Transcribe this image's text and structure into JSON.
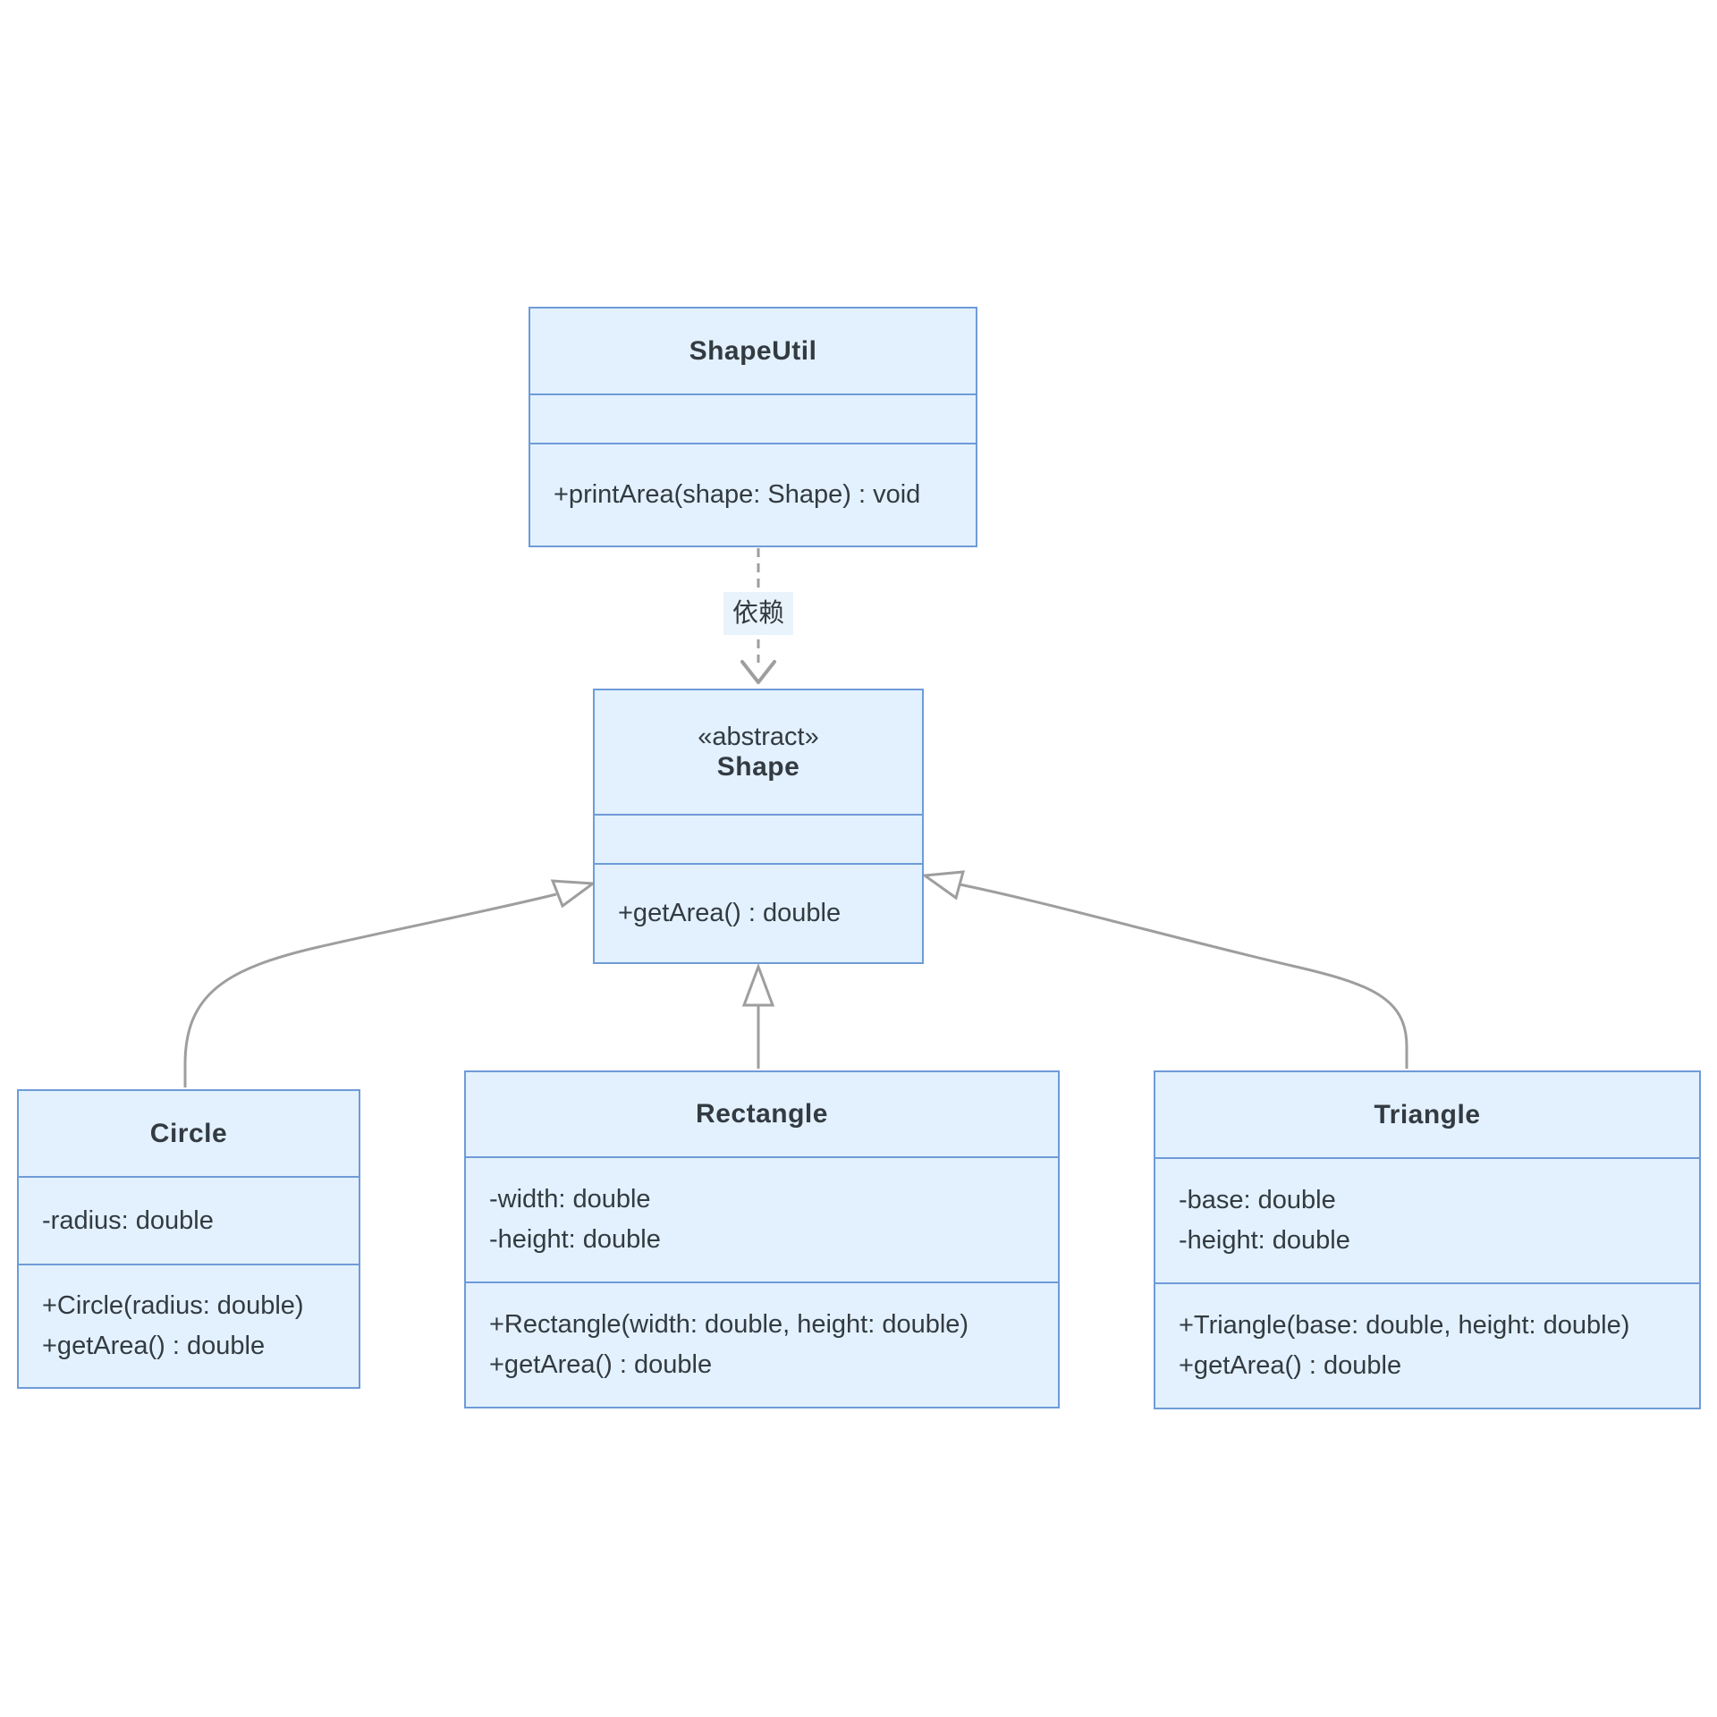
{
  "diagram": {
    "type": "uml-class-diagram",
    "background": "#ffffff",
    "colors": {
      "box_fill": "#e2f1fd",
      "box_border": "#6f9bd8",
      "text": "#333a41",
      "edge": "#9e9e9e",
      "label_background": "#e9f3fc"
    },
    "classes": [
      {
        "id": "shapeutil",
        "stereotype": "",
        "name": "ShapeUtil",
        "attributes": [],
        "methods": [
          "+printArea(shape: Shape) : void"
        ]
      },
      {
        "id": "shape",
        "stereotype": "«abstract»",
        "name": "Shape",
        "attributes": [],
        "methods": [
          "+getArea() : double"
        ]
      },
      {
        "id": "circle",
        "stereotype": "",
        "name": "Circle",
        "attributes": [
          "-radius: double"
        ],
        "methods": [
          "+Circle(radius: double)",
          "+getArea() : double"
        ]
      },
      {
        "id": "rectangle",
        "stereotype": "",
        "name": "Rectangle",
        "attributes": [
          "-width: double",
          "-height: double"
        ],
        "methods": [
          "+Rectangle(width: double, height: double)",
          "+getArea() : double"
        ]
      },
      {
        "id": "triangle",
        "stereotype": "",
        "name": "Triangle",
        "attributes": [
          "-base: double",
          "-height: double"
        ],
        "methods": [
          "+Triangle(base: double, height: double)",
          "+getArea() : double"
        ]
      }
    ],
    "relationships": [
      {
        "from": "ShapeUtil",
        "to": "Shape",
        "type": "dependency",
        "label": "依赖"
      },
      {
        "from": "Circle",
        "to": "Shape",
        "type": "inheritance",
        "label": ""
      },
      {
        "from": "Rectangle",
        "to": "Shape",
        "type": "inheritance",
        "label": ""
      },
      {
        "from": "Triangle",
        "to": "Shape",
        "type": "inheritance",
        "label": ""
      }
    ]
  }
}
